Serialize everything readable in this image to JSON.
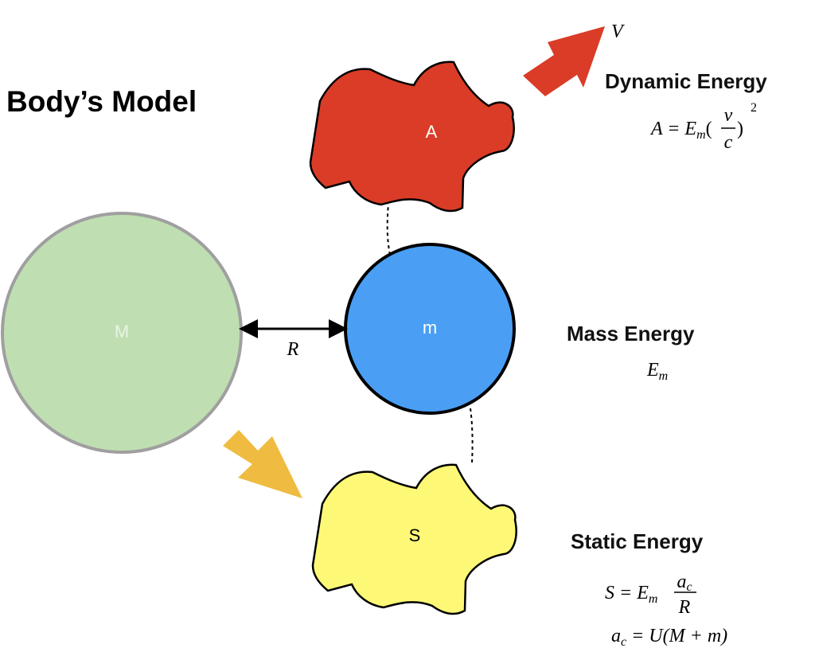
{
  "title": "Body’s Model",
  "bodies": {
    "large": {
      "label": "M",
      "fill": "#bfdfb2",
      "stroke": "#a09fa0"
    },
    "small": {
      "label": "m",
      "fill": "#4a9ff5",
      "stroke": "#000000"
    },
    "dynamic": {
      "label": "A",
      "fill": "#da3c27"
    },
    "static": {
      "label": "S",
      "fill": "#fdf977"
    }
  },
  "distance_label": "R",
  "velocity_label": "V",
  "arrows": {
    "velocity_color": "#da3c27",
    "gravity_color": "#efbb40"
  },
  "dynamic_energy": {
    "heading": "Dynamic Energy",
    "lhs": "A = E",
    "sub": "m",
    "open": "(",
    "num": "v",
    "den": "c",
    "close": ")",
    "exp": "2"
  },
  "mass_energy": {
    "heading": "Mass Energy",
    "symbol": "E",
    "sub": "m"
  },
  "static_energy": {
    "heading": "Static Energy",
    "lhs": "S = E",
    "sub": "m",
    "num": "a",
    "num_sub": "c",
    "den": "R",
    "accel_lhs": "a",
    "accel_sub": "c",
    "accel_rhs": " = U(M + m)"
  }
}
